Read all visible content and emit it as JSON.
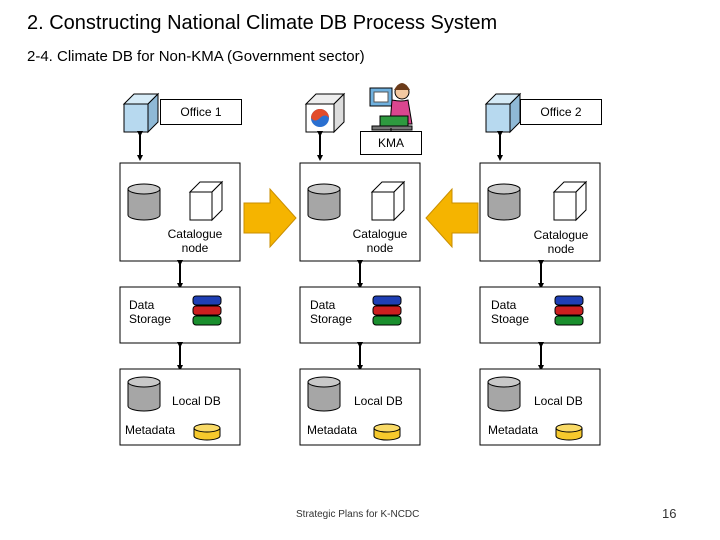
{
  "title": "2. Constructing National Climate DB Process System",
  "subtitle": "2-4. Climate DB for Non-KMA (Government sector)",
  "columns": {
    "office1": {
      "label": "Office 1",
      "catalogue": "Catalogue node",
      "storage": "Data Storage",
      "localdb": "Local DB",
      "metadata": "Metadata"
    },
    "kma": {
      "label": "KMA",
      "catalogue": "Catalogue node",
      "storage": "Data Storage",
      "localdb": "Local DB",
      "metadata": "Metadata"
    },
    "office2": {
      "label": "Office 2",
      "catalogue": "Catalogue node",
      "storage": "Data Stoage",
      "localdb": "Local DB",
      "metadata": "Metadata"
    }
  },
  "footer": "Strategic Plans for K-NCDC",
  "page_number": "16",
  "colors": {
    "arrow": "#f5b400",
    "monitor": "#b7d9ef",
    "db_gray": "#a6a6a6",
    "metadata_yellow": "#f6c92c",
    "storage_blue": "#1f3fb5",
    "storage_red": "#cc1f1f",
    "storage_green": "#1a8f2e"
  }
}
